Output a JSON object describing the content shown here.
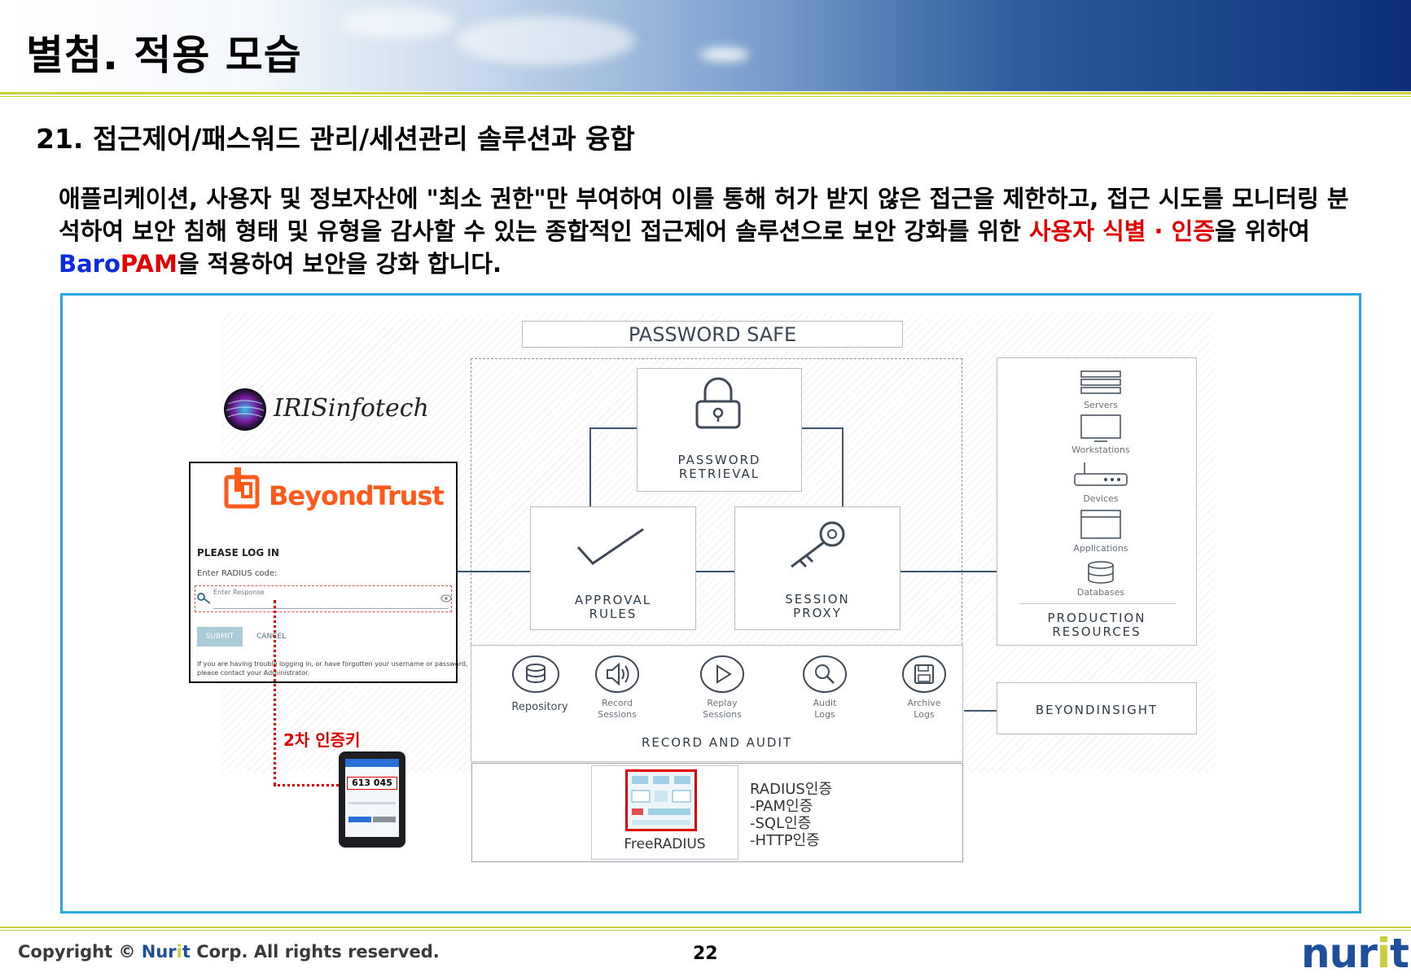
{
  "header": {
    "title": "별첨. 적용 모습"
  },
  "section": {
    "title": "21. 접근제어/패스워드 관리/세션관리 솔루션과 융합"
  },
  "intro": {
    "part1": "애플리케이션, 사용자 및 정보자산에 \"최소 권한\"만 부여하여 이를 통해 허가 받지 않은 접근을 제한하고, 접근 시도를 모니터링 분석하여 보안 침해 형태 및 유형을 감사할 수 있는 종합적인 접근제어 솔루션으로 보안 강화를 위한 ",
    "highlight_red": "사용자 식별 · 인증",
    "part2": "을 위하여 ",
    "highlight_blue_1": "Baro",
    "highlight_red_2": "PAM",
    "part3": "을 적용하여 보안을 강화 합니다."
  },
  "diagram": {
    "password_safe": "PASSWORD SAFE",
    "password_retrieval_1": "PASSWORD",
    "password_retrieval_2": "RETRIEVAL",
    "approval_rules_1": "APPROVAL",
    "approval_rules_2": "RULES",
    "session_proxy_1": "SESSION",
    "session_proxy_2": "PROXY",
    "production_resources_1": "PRODUCTION",
    "production_resources_2": "RESOURCES",
    "resources": [
      "Servers",
      "Workstations",
      "Devices",
      "Applications",
      "Databases"
    ],
    "record_items": [
      {
        "l1": "Repository",
        "l2": ""
      },
      {
        "l1": "Record",
        "l2": "Sessions"
      },
      {
        "l1": "Replay",
        "l2": "Sessions"
      },
      {
        "l1": "Audit",
        "l2": "Logs"
      },
      {
        "l1": "Archive",
        "l2": "Logs"
      }
    ],
    "record_and_audit": "RECORD AND AUDIT",
    "beyondinsight": "BEYONDINSIGHT",
    "iris_logo": "IRISinfotech",
    "freeradius": "FreeRADIUS",
    "radius_list": [
      "RADIUS인증",
      "-PAM인증",
      "-SQL인증",
      "-HTTP인증"
    ],
    "second_factor_label": "2차 인증키",
    "phone_code": "613 045"
  },
  "login": {
    "brand": "BeyondTrust",
    "heading": "PLEASE LOG IN",
    "code_label": "Enter RADIUS code:",
    "placeholder": "Enter Response",
    "submit": "SUBMIT",
    "cancel": "CANCEL",
    "help_1": "If you are having trouble logging in, or have forgotten your username or password,",
    "help_2": "please contact your Administrator."
  },
  "footer": {
    "copyright_pre": "Copyright © ",
    "copyright_brand_1": "Nur",
    "copyright_brand_2": "i",
    "copyright_brand_3": "t",
    "copyright_post": " Corp. All rights reserved.",
    "page_number": "22",
    "logo_1": "nur",
    "logo_2": "i",
    "logo_3": "t"
  },
  "colors": {
    "accent_blue": "#29a8e0",
    "brand_orange": "#ff5a1a",
    "highlight_red": "#e30000",
    "highlight_blue": "#0a2be0",
    "rule_green": "#c8cf3a"
  }
}
